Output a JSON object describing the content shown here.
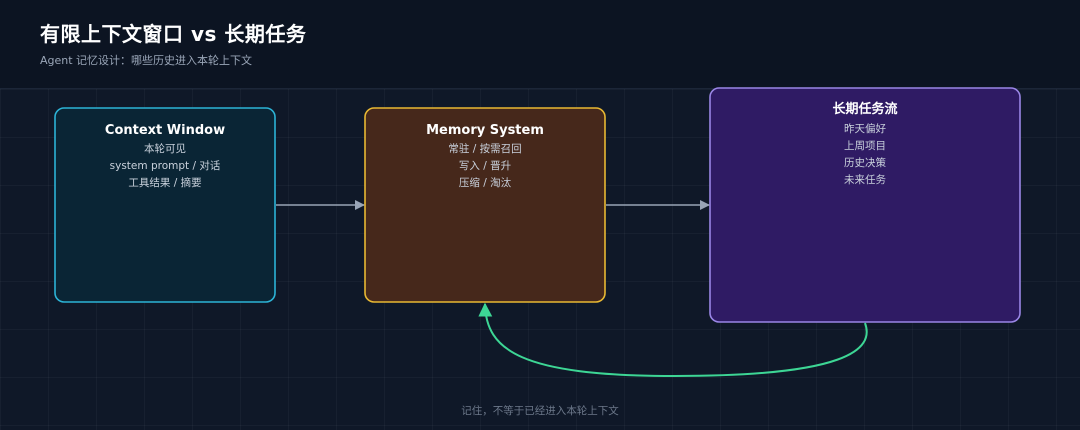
{
  "header": {
    "title": "有限上下文窗口 vs 长期任务",
    "subtitle": "Agent 记忆设计：哪些历史进入本轮上下文"
  },
  "nodes": [
    {
      "title": "Context Window",
      "lines": [
        "本轮可见",
        "system prompt / 对话",
        "工具结果 / 摘要"
      ],
      "border_color": "#2cb3d6",
      "fill_color": "#0a2535"
    },
    {
      "title": "Memory System",
      "lines": [
        "常驻 / 按需召回",
        "写入 / 晋升",
        "压缩 / 淘汰"
      ],
      "border_color": "#e8b833",
      "fill_color": "#46281b"
    },
    {
      "title": "长期任务流",
      "lines": [
        "昨天偏好",
        "上周项目",
        "历史决策",
        "未来任务"
      ],
      "border_color": "#9a86e6",
      "fill_color": "#2f1b64"
    }
  ],
  "edges": {
    "arrow_color": "#98a4b6",
    "recall_color": "#3dd695"
  },
  "footer": {
    "note": "记住，不等于已经进入本轮上下文"
  }
}
